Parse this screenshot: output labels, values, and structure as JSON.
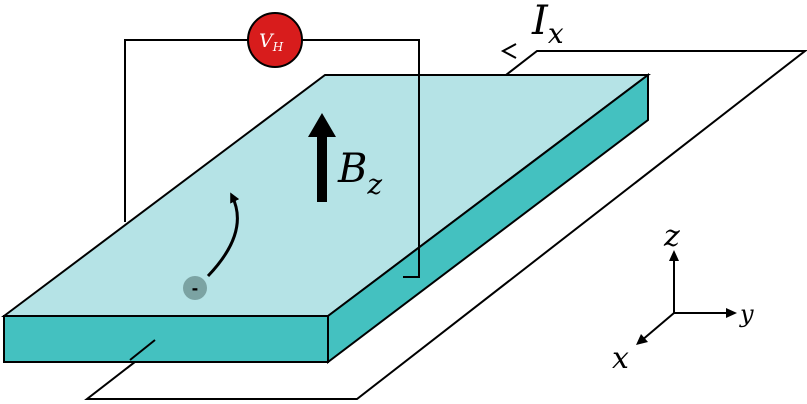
{
  "labels": {
    "voltmeter": {
      "main": "V",
      "sub": "H"
    },
    "current": {
      "main": "I",
      "sub": "x"
    },
    "field": {
      "main": "B",
      "sub": "z"
    },
    "charge": "-",
    "axes": {
      "z": "z",
      "y": "y",
      "x": "x"
    }
  },
  "colors": {
    "slab_top": "#b5e3e6",
    "slab_side": "#44c1c0",
    "voltmeter_fill": "#d81c1c",
    "charge_fill": "#7ba3a3",
    "stroke": "#000000"
  }
}
